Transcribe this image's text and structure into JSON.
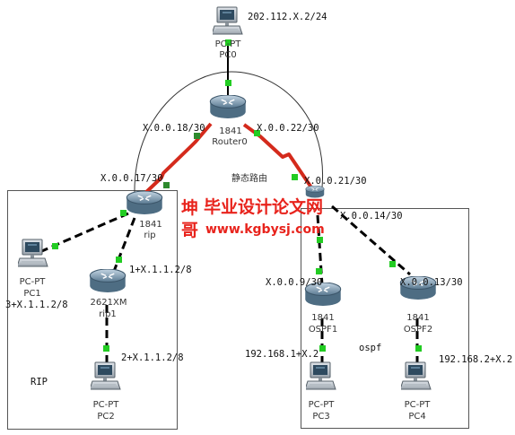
{
  "devices": {
    "pc0": {
      "type": "PC-PT",
      "name": "PC0"
    },
    "router0": {
      "type": "1841",
      "name": "Router0"
    },
    "rip": {
      "type": "1841",
      "name": "rip"
    },
    "rip1": {
      "type": "2621XM",
      "name": "rip1"
    },
    "ospf1": {
      "type": "1841",
      "name": "OSPF1"
    },
    "ospf2": {
      "type": "1841",
      "name": "OSPF2"
    },
    "pc1": {
      "type": "PC-PT",
      "name": "PC1"
    },
    "pc2": {
      "type": "PC-PT",
      "name": "PC2"
    },
    "pc3": {
      "type": "PC-PT",
      "name": "PC3"
    },
    "pc4": {
      "type": "PC-PT",
      "name": "PC4"
    }
  },
  "addresses": {
    "pc0": "202.112.X.2/24",
    "router0_left": "X.0.0.18/30",
    "router0_right": "X.0.0.22/30",
    "rip_up": "X.0.0.17/30",
    "ospf_up": "X.0.0.21/30",
    "ospf_right": "X.0.0.14/30",
    "ospf1": "X.0.0.9/30",
    "ospf2": "X.0.0.13/30",
    "pc1": "3+X.1.1.2/8",
    "rip1_up": "1+X.1.1.2/8",
    "pc2": "2+X.1.1.2/8",
    "pc3": "192.168.1+X.2",
    "pc4": "192.168.2+X.2"
  },
  "labels": {
    "static_route": "静态路由",
    "rip_zone": "RIP",
    "ospf_zone": "ospf"
  },
  "watermark": {
    "char1": "坤",
    "line1": "毕业设计论文网",
    "char2": "哥",
    "line2": "www.kgbysj.com"
  },
  "colors": {
    "serial": "#d42a1c",
    "link_up": "#22cc22",
    "watermark": "#e8231c"
  }
}
